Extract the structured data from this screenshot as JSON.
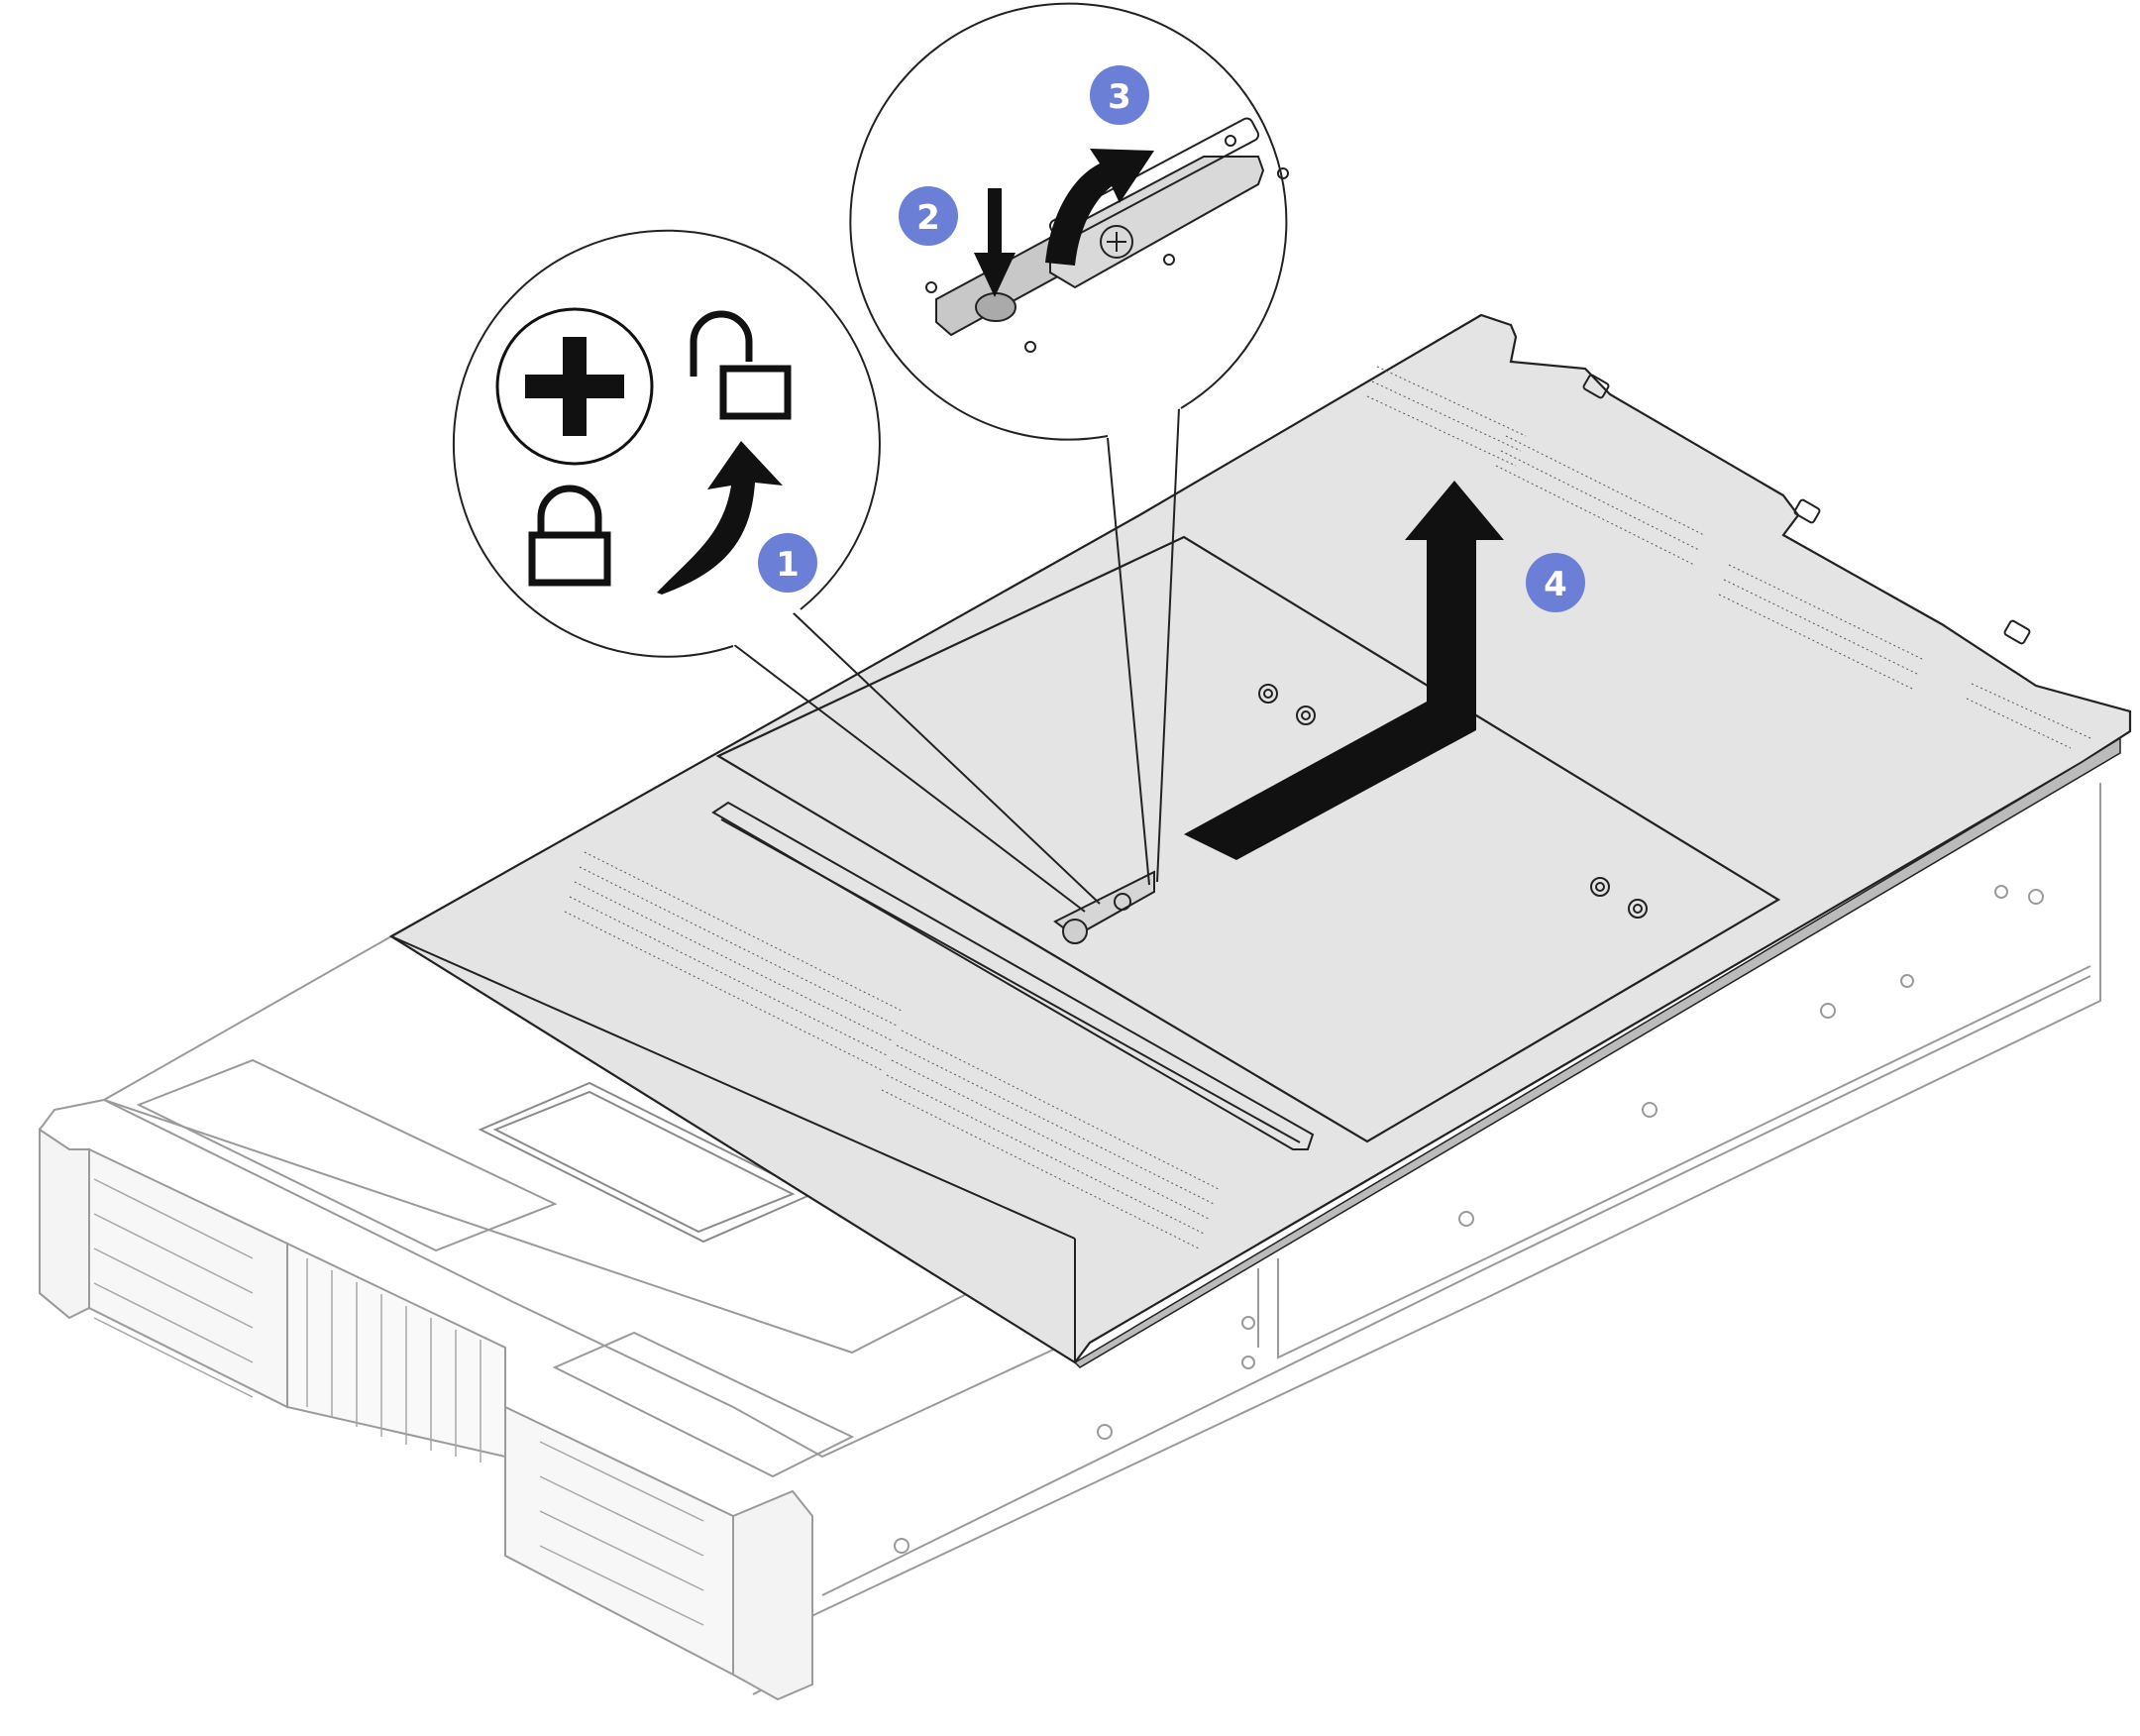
{
  "steps": [
    {
      "id": "1",
      "label": "1"
    },
    {
      "id": "2",
      "label": "2"
    },
    {
      "id": "3",
      "label": "3"
    },
    {
      "id": "4",
      "label": "4"
    }
  ],
  "icons": {
    "unlock": "unlock-icon",
    "lock": "lock-icon",
    "screwdriver": "phillips-screwdriver-icon",
    "rotate_arrow": "curved-arrow-icon",
    "press_arrow": "down-arrow-icon",
    "lift_arrow": "curved-arrow-icon",
    "slide_arrow": "slide-back-arrow-icon"
  },
  "colors": {
    "step_badge": "#6b7fd7",
    "cover": "#e4e4e4",
    "cover_shadow": "#cfcfcf",
    "outline": "#222222",
    "chassis": "#9a9a9a"
  }
}
